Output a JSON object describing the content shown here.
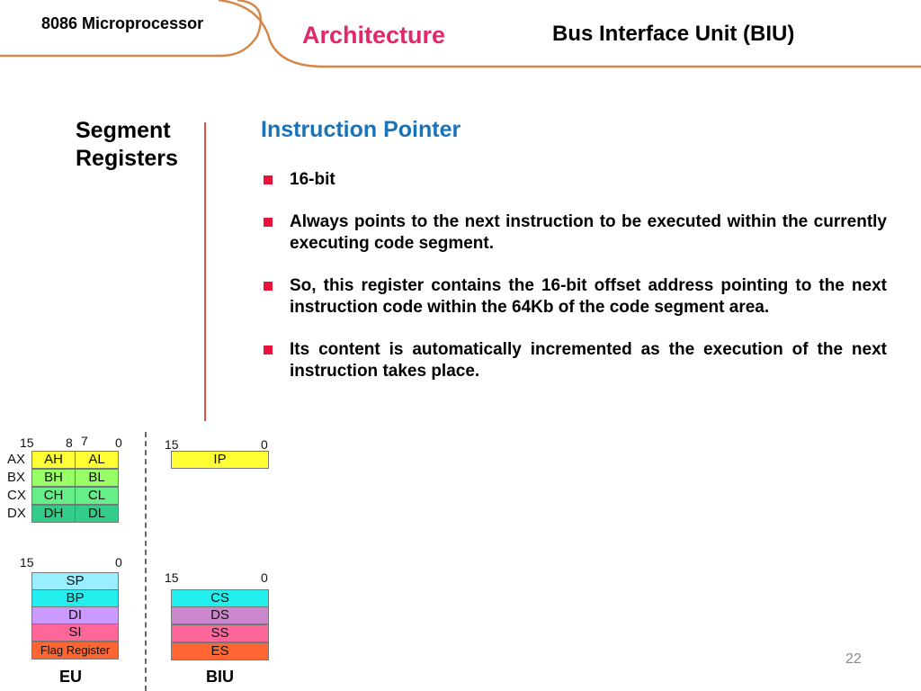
{
  "header": {
    "course_title": "8086 Microprocessor",
    "section_title": "Architecture",
    "unit_title": "Bus Interface Unit (BIU)"
  },
  "sidebar": {
    "label": "Segment Registers"
  },
  "main": {
    "heading": "Instruction Pointer",
    "bullets": [
      "16-bit",
      "Always points to the next instruction to be executed within the currently executing code segment.",
      "So, this register contains the 16-bit offset address pointing to the next instruction code within the 64Kb of the code segment area.",
      "Its content is automatically incremented as the execution of the next instruction takes place."
    ]
  },
  "diagram": {
    "eu_label": "EU",
    "biu_label": "BIU",
    "general": {
      "bits": [
        "15",
        "8",
        "7",
        "0"
      ],
      "rows": [
        {
          "name": "AX",
          "high": "AH",
          "low": "AL",
          "color": "#ffff33"
        },
        {
          "name": "BX",
          "high": "BH",
          "low": "BL",
          "color": "#99ff66"
        },
        {
          "name": "CX",
          "high": "CH",
          "low": "CL",
          "color": "#66ee88"
        },
        {
          "name": "DX",
          "high": "DH",
          "low": "DL",
          "color": "#33cc88"
        }
      ]
    },
    "ip": {
      "bits": [
        "15",
        "0"
      ],
      "label": "IP",
      "color": "#ffff33"
    },
    "pointer": {
      "bits": [
        "15",
        "0"
      ],
      "rows": [
        {
          "label": "SP",
          "color": "#99eeff"
        },
        {
          "label": "BP",
          "color": "#22eeee"
        },
        {
          "label": "DI",
          "color": "#cc99ff"
        },
        {
          "label": "SI",
          "color": "#ff6699"
        },
        {
          "label": "Flag Register",
          "color": "#ff6633"
        }
      ]
    },
    "segment": {
      "bits": [
        "15",
        "0"
      ],
      "rows": [
        {
          "label": "CS",
          "color": "#22eeee"
        },
        {
          "label": "DS",
          "color": "#cc88cc"
        },
        {
          "label": "SS",
          "color": "#ff6699"
        },
        {
          "label": "ES",
          "color": "#ff6633"
        }
      ]
    }
  },
  "page_number": "22",
  "colors": {
    "accent_pink": "#e0286a",
    "heading_blue": "#1a73b8",
    "bullet_red": "#e8123c",
    "header_curve": "#d4874a"
  }
}
